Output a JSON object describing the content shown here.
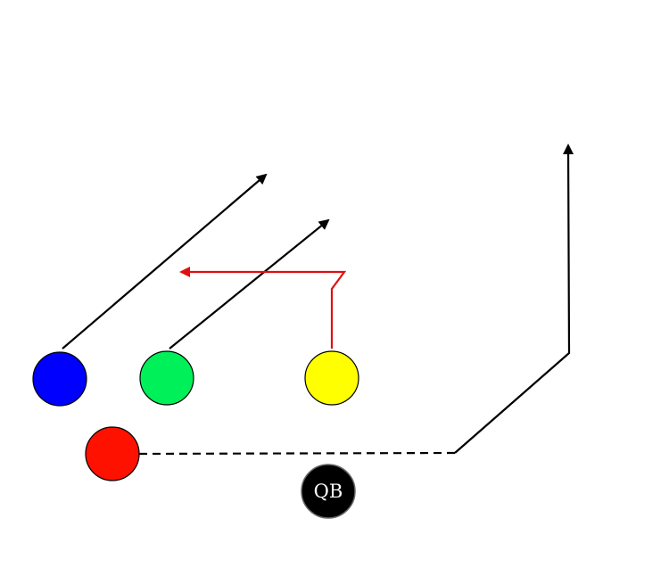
{
  "diagram": {
    "background_color": "#ffffff",
    "players": [
      {
        "id": "blue-receiver",
        "color": "#0000ff",
        "label": ""
      },
      {
        "id": "green-receiver",
        "color": "#00f05a",
        "label": ""
      },
      {
        "id": "yellow-receiver",
        "color": "#ffff00",
        "label": ""
      },
      {
        "id": "red-receiver",
        "color": "#ff1100",
        "label": ""
      },
      {
        "id": "quarterback",
        "color": "#000000",
        "label": "QB"
      }
    ],
    "routes": [
      {
        "player": "blue-receiver",
        "color": "#000000",
        "style": "solid",
        "arrow": true
      },
      {
        "player": "green-receiver",
        "color": "#000000",
        "style": "solid",
        "arrow": true
      },
      {
        "player": "yellow-receiver",
        "color": "#e01010",
        "style": "solid",
        "arrow": true
      },
      {
        "player": "red-receiver",
        "color": "#000000",
        "style": "dashed-then-solid",
        "arrow": true
      }
    ]
  }
}
